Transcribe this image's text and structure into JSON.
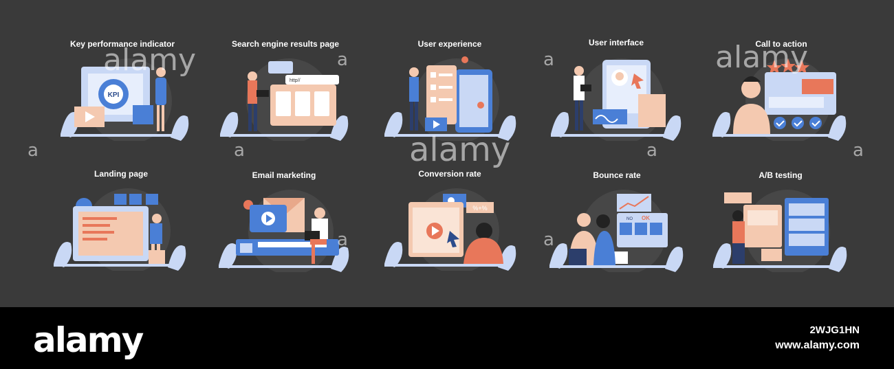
{
  "tiles": [
    {
      "title": "Key performance indicator",
      "icon": "kpi-illustration"
    },
    {
      "title": "Search engine results page",
      "icon": "serp-illustration"
    },
    {
      "title": "User experience",
      "icon": "ux-illustration"
    },
    {
      "title": "User interface",
      "icon": "ui-illustration"
    },
    {
      "title": "Call to action",
      "icon": "cta-illustration"
    },
    {
      "title": "Landing page",
      "icon": "landing-page-illustration"
    },
    {
      "title": "Email marketing",
      "icon": "email-illustration"
    },
    {
      "title": "Conversion rate",
      "icon": "conversion-illustration"
    },
    {
      "title": "Bounce rate",
      "icon": "bounce-illustration"
    },
    {
      "title": "A/B testing",
      "icon": "ab-testing-illustration"
    }
  ],
  "illustration_text": {
    "kpi": "KPI",
    "url": "http//",
    "ok": "OK",
    "no": "NO",
    "percent": "%+%"
  },
  "watermark": {
    "text": "alamy",
    "glyph": "a"
  },
  "footer": {
    "logo": "alamy",
    "image_id": "2WJG1HN",
    "url": "www.alamy.com"
  },
  "colors": {
    "background": "#3a3a3a",
    "footer": "#000000",
    "accent_orange": "#e8775a",
    "accent_blue": "#4a7fd6",
    "light_blue": "#c9d8f5",
    "peach": "#f4c9b0"
  }
}
